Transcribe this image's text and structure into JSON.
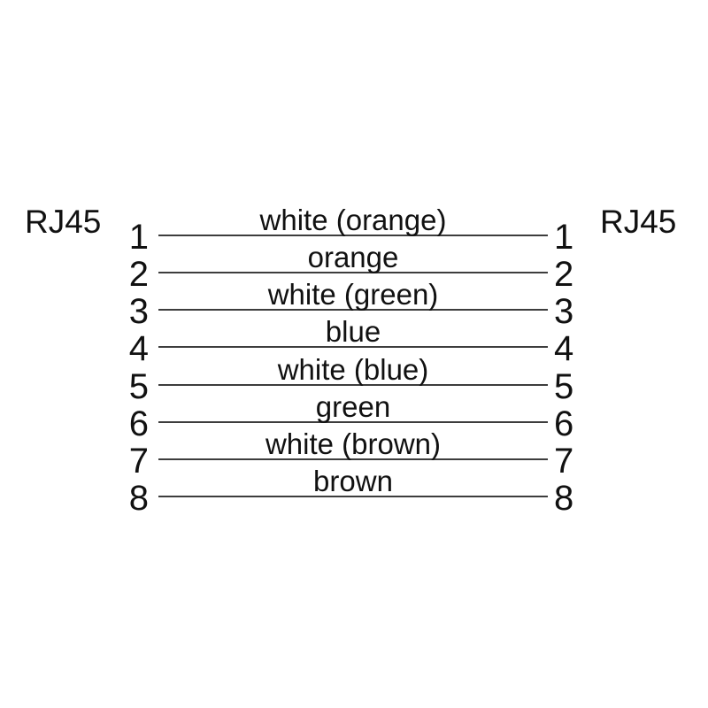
{
  "diagram": {
    "left_connector": "RJ45",
    "right_connector": "RJ45",
    "colors": {
      "background": "#ffffff",
      "text": "#111111",
      "wire_line": "#3d3d3d"
    },
    "rows": [
      {
        "left_pin": "1",
        "wire_color": "white (orange)",
        "right_pin": "1"
      },
      {
        "left_pin": "2",
        "wire_color": "orange",
        "right_pin": "2"
      },
      {
        "left_pin": "3",
        "wire_color": "white (green)",
        "right_pin": "3"
      },
      {
        "left_pin": "4",
        "wire_color": "blue",
        "right_pin": "4"
      },
      {
        "left_pin": "5",
        "wire_color": "white (blue)",
        "right_pin": "5"
      },
      {
        "left_pin": "6",
        "wire_color": "green",
        "right_pin": "6"
      },
      {
        "left_pin": "7",
        "wire_color": "white (brown)",
        "right_pin": "7"
      },
      {
        "left_pin": "8",
        "wire_color": "brown",
        "right_pin": "8"
      }
    ]
  }
}
